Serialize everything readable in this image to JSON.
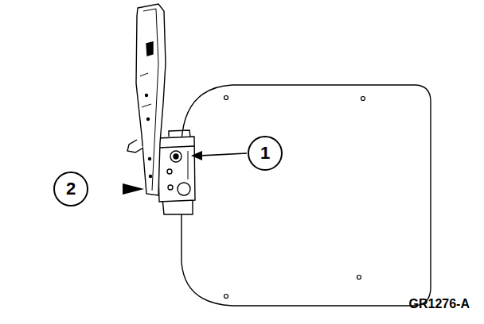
{
  "diagram": {
    "nodes": [
      {
        "text": [
          "1"
        ]
      },
      {
        "text": [
          "2"
        ]
      }
    ],
    "labels": [
      "GR1276-A"
    ]
  }
}
